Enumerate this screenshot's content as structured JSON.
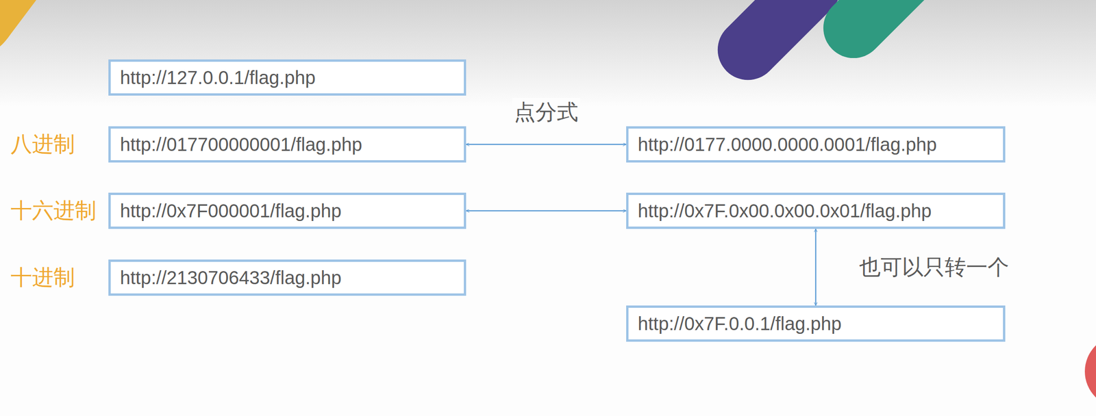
{
  "diagram": {
    "nodes": [
      {
        "text": [
          "http://127.0.0.1/flag.php"
        ]
      },
      {
        "text": [
          "http://017700000001/flag.php"
        ]
      },
      {
        "text": [
          "http://0177.0000.0000.0001/flag.php"
        ]
      },
      {
        "text": [
          "http://0x7F000001/flag.php"
        ]
      },
      {
        "text": [
          "http://0x7F.0x00.0x00.0x01/flag.php"
        ]
      },
      {
        "text": [
          "http://2130706433/flag.php"
        ]
      },
      {
        "text": [
          "http://0x7F.0.0.1/flag.php"
        ]
      }
    ],
    "edges": [
      {
        "from": 1,
        "to": 2,
        "label": "点分式",
        "arrow": "both"
      },
      {
        "from": 3,
        "to": 4,
        "arrow": "both"
      },
      {
        "from": 4,
        "to": 6,
        "label": "也可以只转一个",
        "arrow": "both"
      }
    ],
    "labels": [
      "八进制",
      "十六进制",
      "十进制"
    ]
  }
}
